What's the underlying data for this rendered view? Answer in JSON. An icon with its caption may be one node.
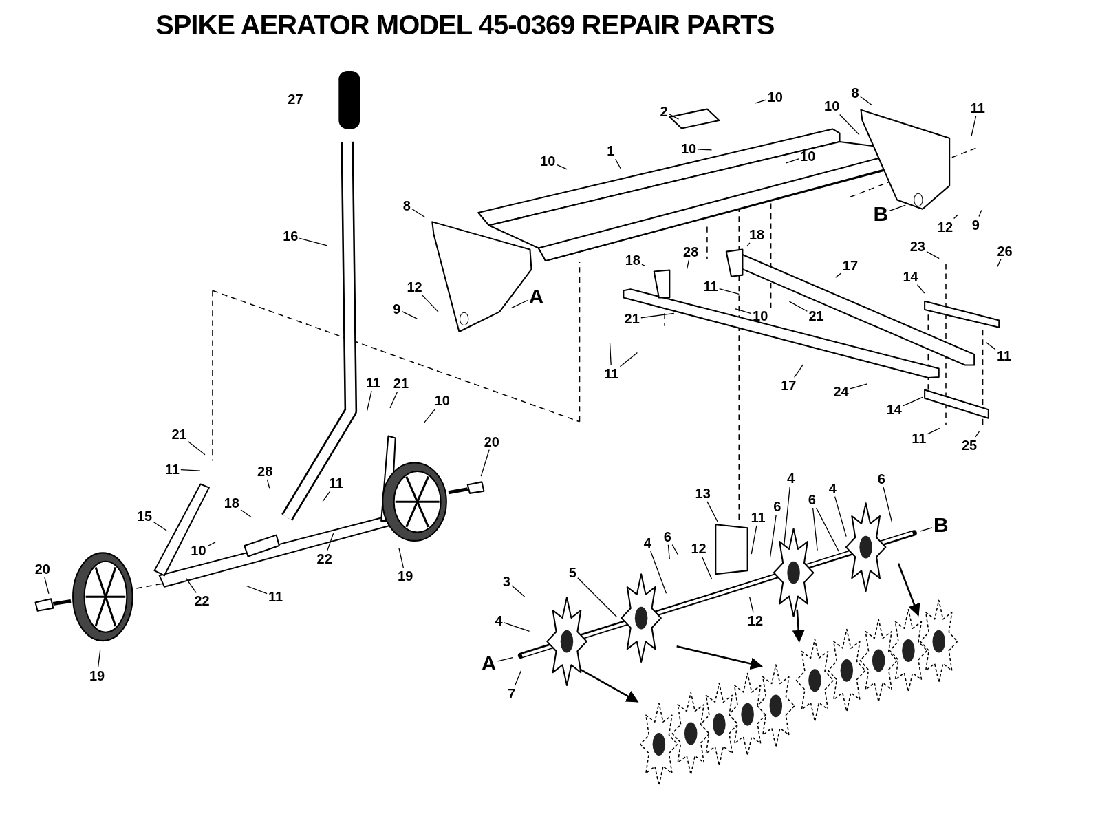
{
  "diagram": {
    "title": "SPIKE AERATOR MODEL 45-0369 REPAIR PARTS",
    "nodes": [
      {
        "text": [
          "2"
        ]
      },
      {
        "text": [
          "10"
        ]
      },
      {
        "text": [
          "8"
        ]
      },
      {
        "text": [
          "10"
        ]
      },
      {
        "text": [
          "11"
        ]
      },
      {
        "text": [
          "10"
        ]
      },
      {
        "text": [
          "10"
        ]
      },
      {
        "text": [
          "10"
        ]
      },
      {
        "text": [
          "1"
        ]
      },
      {
        "text": [
          "8"
        ]
      },
      {
        "text": [
          "B"
        ]
      },
      {
        "text": [
          "12"
        ]
      },
      {
        "text": [
          "9"
        ]
      },
      {
        "text": [
          "16"
        ]
      },
      {
        "text": [
          "18"
        ]
      },
      {
        "text": [
          "23"
        ]
      },
      {
        "text": [
          "26"
        ]
      },
      {
        "text": [
          "28"
        ]
      },
      {
        "text": [
          "18"
        ]
      },
      {
        "text": [
          "17"
        ]
      },
      {
        "text": [
          "14"
        ]
      },
      {
        "text": [
          "11"
        ]
      },
      {
        "text": [
          "12"
        ]
      },
      {
        "text": [
          "A"
        ]
      },
      {
        "text": [
          "9"
        ]
      },
      {
        "text": [
          "21"
        ]
      },
      {
        "text": [
          "10"
        ]
      },
      {
        "text": [
          "21"
        ]
      },
      {
        "text": [
          "11"
        ]
      },
      {
        "text": [
          "11"
        ]
      },
      {
        "text": [
          "17"
        ]
      },
      {
        "text": [
          "24"
        ]
      },
      {
        "text": [
          "14"
        ]
      },
      {
        "text": [
          "11"
        ]
      },
      {
        "text": [
          "25"
        ]
      },
      {
        "text": [
          "11"
        ]
      },
      {
        "text": [
          "21"
        ]
      },
      {
        "text": [
          "10"
        ]
      },
      {
        "text": [
          "21"
        ]
      },
      {
        "text": [
          "20"
        ]
      },
      {
        "text": [
          "11"
        ]
      },
      {
        "text": [
          "28"
        ]
      },
      {
        "text": [
          "11"
        ]
      },
      {
        "text": [
          "4"
        ]
      },
      {
        "text": [
          "4"
        ]
      },
      {
        "text": [
          "6"
        ]
      },
      {
        "text": [
          "13"
        ]
      },
      {
        "text": [
          "18"
        ]
      },
      {
        "text": [
          "6"
        ]
      },
      {
        "text": [
          "6"
        ]
      },
      {
        "text": [
          "15"
        ]
      },
      {
        "text": [
          "11"
        ]
      },
      {
        "text": [
          "B"
        ]
      },
      {
        "text": [
          "6"
        ]
      },
      {
        "text": [
          "4"
        ]
      },
      {
        "text": [
          "12"
        ]
      },
      {
        "text": [
          "10"
        ]
      },
      {
        "text": [
          "22"
        ]
      },
      {
        "text": [
          "20"
        ]
      },
      {
        "text": [
          "5"
        ]
      },
      {
        "text": [
          "19"
        ]
      },
      {
        "text": [
          "3"
        ]
      },
      {
        "text": [
          "11"
        ]
      },
      {
        "text": [
          "22"
        ]
      },
      {
        "text": [
          "12"
        ]
      },
      {
        "text": [
          "4"
        ]
      },
      {
        "text": [
          "A"
        ]
      },
      {
        "text": [
          "19"
        ]
      },
      {
        "text": [
          "7"
        ]
      }
    ],
    "edges": [
      {
        "from": 0,
        "to": null,
        "arrow": "none"
      },
      {
        "from": 1,
        "to": null,
        "arrow": "none"
      },
      {
        "from": 2,
        "to": null,
        "arrow": "none"
      },
      {
        "from": 3,
        "to": null,
        "arrow": "none"
      },
      {
        "from": 4,
        "to": null,
        "arrow": "none"
      },
      {
        "from": 5,
        "to": null,
        "arrow": "none"
      },
      {
        "from": 6,
        "to": null,
        "arrow": "none"
      },
      {
        "from": 7,
        "to": null,
        "arrow": "none"
      },
      {
        "from": 8,
        "to": null,
        "arrow": "none"
      },
      {
        "from": 9,
        "to": null,
        "arrow": "none"
      },
      {
        "from": 10,
        "to": null,
        "arrow": "none"
      },
      {
        "from": 11,
        "to": null,
        "arrow": "none"
      },
      {
        "from": 12,
        "to": null,
        "arrow": "none"
      },
      {
        "from": 13,
        "to": null,
        "arrow": "none"
      },
      {
        "from": 14,
        "to": null,
        "arrow": "none"
      },
      {
        "from": 15,
        "to": null,
        "arrow": "none"
      },
      {
        "from": 16,
        "to": null,
        "arrow": "none"
      },
      {
        "from": 17,
        "to": null,
        "arrow": "none"
      },
      {
        "from": 18,
        "to": null,
        "arrow": "none"
      },
      {
        "from": 19,
        "to": null,
        "arrow": "none"
      },
      {
        "from": 20,
        "to": null,
        "arrow": "none"
      },
      {
        "from": 21,
        "to": null,
        "arrow": "none"
      },
      {
        "from": 22,
        "to": null,
        "arrow": "none"
      },
      {
        "from": 23,
        "to": null,
        "arrow": "none"
      },
      {
        "from": 24,
        "to": null,
        "arrow": "none"
      },
      {
        "from": 25,
        "to": null,
        "arrow": "none"
      },
      {
        "from": 26,
        "to": null,
        "arrow": "none"
      },
      {
        "from": 27,
        "to": null,
        "arrow": "none"
      },
      {
        "from": 28,
        "to": null,
        "arrow": "none"
      },
      {
        "from": 29,
        "to": null,
        "arrow": "none"
      },
      {
        "from": 29,
        "to": null,
        "arrow": "none"
      },
      {
        "from": 30,
        "to": null,
        "arrow": "none"
      },
      {
        "from": 31,
        "to": null,
        "arrow": "none"
      },
      {
        "from": 32,
        "to": null,
        "arrow": "none"
      },
      {
        "from": 33,
        "to": null,
        "arrow": "none"
      },
      {
        "from": 34,
        "to": null,
        "arrow": "none"
      },
      {
        "from": 35,
        "to": null,
        "arrow": "none"
      },
      {
        "from": 36,
        "to": null,
        "arrow": "none"
      },
      {
        "from": 37,
        "to": null,
        "arrow": "none"
      },
      {
        "from": 38,
        "to": null,
        "arrow": "none"
      },
      {
        "from": 39,
        "to": null,
        "arrow": "none"
      },
      {
        "from": 40,
        "to": null,
        "arrow": "none"
      },
      {
        "from": 41,
        "to": null,
        "arrow": "none"
      },
      {
        "from": 42,
        "to": null,
        "arrow": "none"
      },
      {
        "from": 43,
        "to": null,
        "arrow": "none"
      },
      {
        "from": 44,
        "to": null,
        "arrow": "none"
      },
      {
        "from": 45,
        "to": null,
        "arrow": "none"
      },
      {
        "from": 46,
        "to": null,
        "arrow": "none"
      },
      {
        "from": 47,
        "to": null,
        "arrow": "none"
      },
      {
        "from": 48,
        "to": null,
        "arrow": "none"
      },
      {
        "from": 48,
        "to": null,
        "arrow": "none"
      },
      {
        "from": 49,
        "to": null,
        "arrow": "none"
      },
      {
        "from": 50,
        "to": null,
        "arrow": "none"
      },
      {
        "from": 51,
        "to": null,
        "arrow": "none"
      },
      {
        "from": 52,
        "to": null,
        "arrow": "none"
      },
      {
        "from": 53,
        "to": null,
        "arrow": "none"
      },
      {
        "from": 53,
        "to": null,
        "arrow": "none"
      },
      {
        "from": 54,
        "to": null,
        "arrow": "none"
      },
      {
        "from": 55,
        "to": null,
        "arrow": "none"
      },
      {
        "from": 56,
        "to": null,
        "arrow": "none"
      },
      {
        "from": 57,
        "to": null,
        "arrow": "none"
      },
      {
        "from": 58,
        "to": null,
        "arrow": "none"
      },
      {
        "from": 59,
        "to": null,
        "arrow": "none"
      },
      {
        "from": 60,
        "to": null,
        "arrow": "none"
      },
      {
        "from": 61,
        "to": null,
        "arrow": "none"
      },
      {
        "from": 62,
        "to": null,
        "arrow": "none"
      },
      {
        "from": 63,
        "to": null,
        "arrow": "none"
      },
      {
        "from": 64,
        "to": null,
        "arrow": "none"
      },
      {
        "from": 65,
        "to": null,
        "arrow": "none"
      },
      {
        "from": 66,
        "to": null,
        "arrow": "none"
      },
      {
        "from": 67,
        "to": null,
        "arrow": "none"
      },
      {
        "from": 68,
        "to": null,
        "arrow": "none"
      }
    ],
    "labels": [
      "27"
    ]
  }
}
